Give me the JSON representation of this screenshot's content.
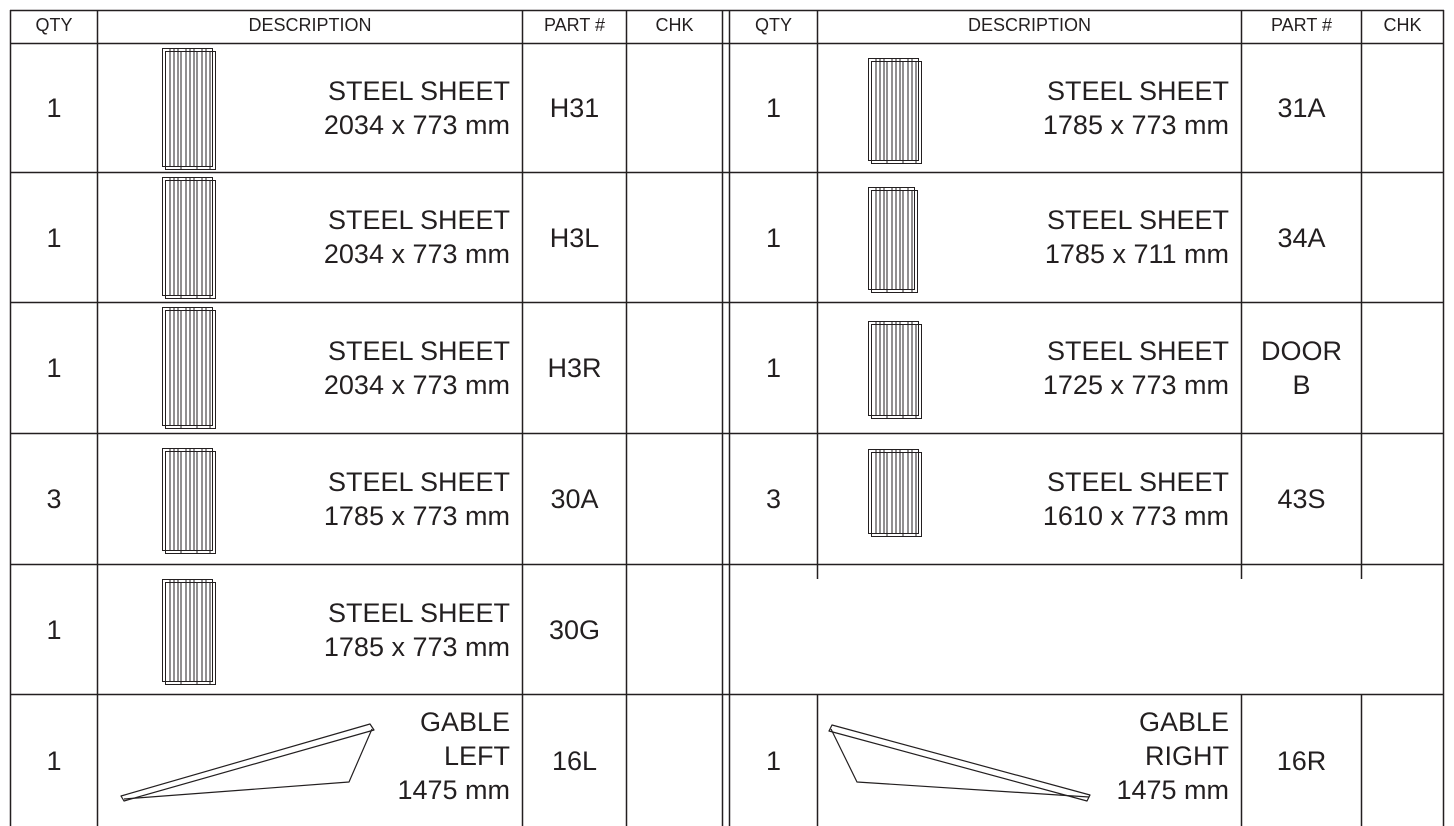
{
  "headers": {
    "left": {
      "qty": "QTY",
      "description": "DESCRIPTION",
      "part": "PART #",
      "chk": "CHK"
    },
    "right": {
      "qty": "QTY",
      "description": "DESCRIPTION",
      "part": "PART #",
      "chk": "CHK"
    }
  },
  "left_rows": [
    {
      "qty": "1",
      "desc_line1": "STEEL SHEET",
      "desc_line2": "2034 x 773 mm",
      "part": "H31",
      "icon": "steel-sheet-icon"
    },
    {
      "qty": "1",
      "desc_line1": "STEEL SHEET",
      "desc_line2": "2034 x 773 mm",
      "part": "H3L",
      "icon": "steel-sheet-icon"
    },
    {
      "qty": "1",
      "desc_line1": "STEEL SHEET",
      "desc_line2": "2034 x 773 mm",
      "part": "H3R",
      "icon": "steel-sheet-icon"
    },
    {
      "qty": "3",
      "desc_line1": "STEEL SHEET",
      "desc_line2": "1785 x 773 mm",
      "part": "30A",
      "icon": "steel-sheet-icon"
    },
    {
      "qty": "1",
      "desc_line1": "STEEL SHEET",
      "desc_line2": "1785 x 773 mm",
      "part": "30G",
      "icon": "steel-sheet-icon"
    },
    {
      "qty": "1",
      "desc_line1": "GABLE",
      "desc_line2": "LEFT",
      "desc_line3": "1475 mm",
      "part": "16L",
      "icon": "gable-left-icon"
    }
  ],
  "right_rows": [
    {
      "qty": "1",
      "desc_line1": "STEEL SHEET",
      "desc_line2": "1785 x 773 mm",
      "part": "31A",
      "icon": "steel-sheet-icon"
    },
    {
      "qty": "1",
      "desc_line1": "STEEL SHEET",
      "desc_line2": "1785 x 711 mm",
      "part": "34A",
      "icon": "steel-sheet-icon"
    },
    {
      "qty": "1",
      "desc_line1": "STEEL SHEET",
      "desc_line2": "1725 x 773 mm",
      "part_line1": "DOOR",
      "part_line2": "B",
      "icon": "steel-sheet-icon"
    },
    {
      "qty": "3",
      "desc_line1": "STEEL SHEET",
      "desc_line2": "1610 x 773 mm",
      "part": "43S",
      "icon": "steel-sheet-icon"
    },
    {
      "qty": "1",
      "desc_line1": "GABLE",
      "desc_line2": "RIGHT",
      "desc_line3": "1475 mm",
      "part": "16R",
      "icon": "gable-right-icon"
    }
  ],
  "colors": {
    "ink": "#231f20",
    "background": "#ffffff"
  }
}
